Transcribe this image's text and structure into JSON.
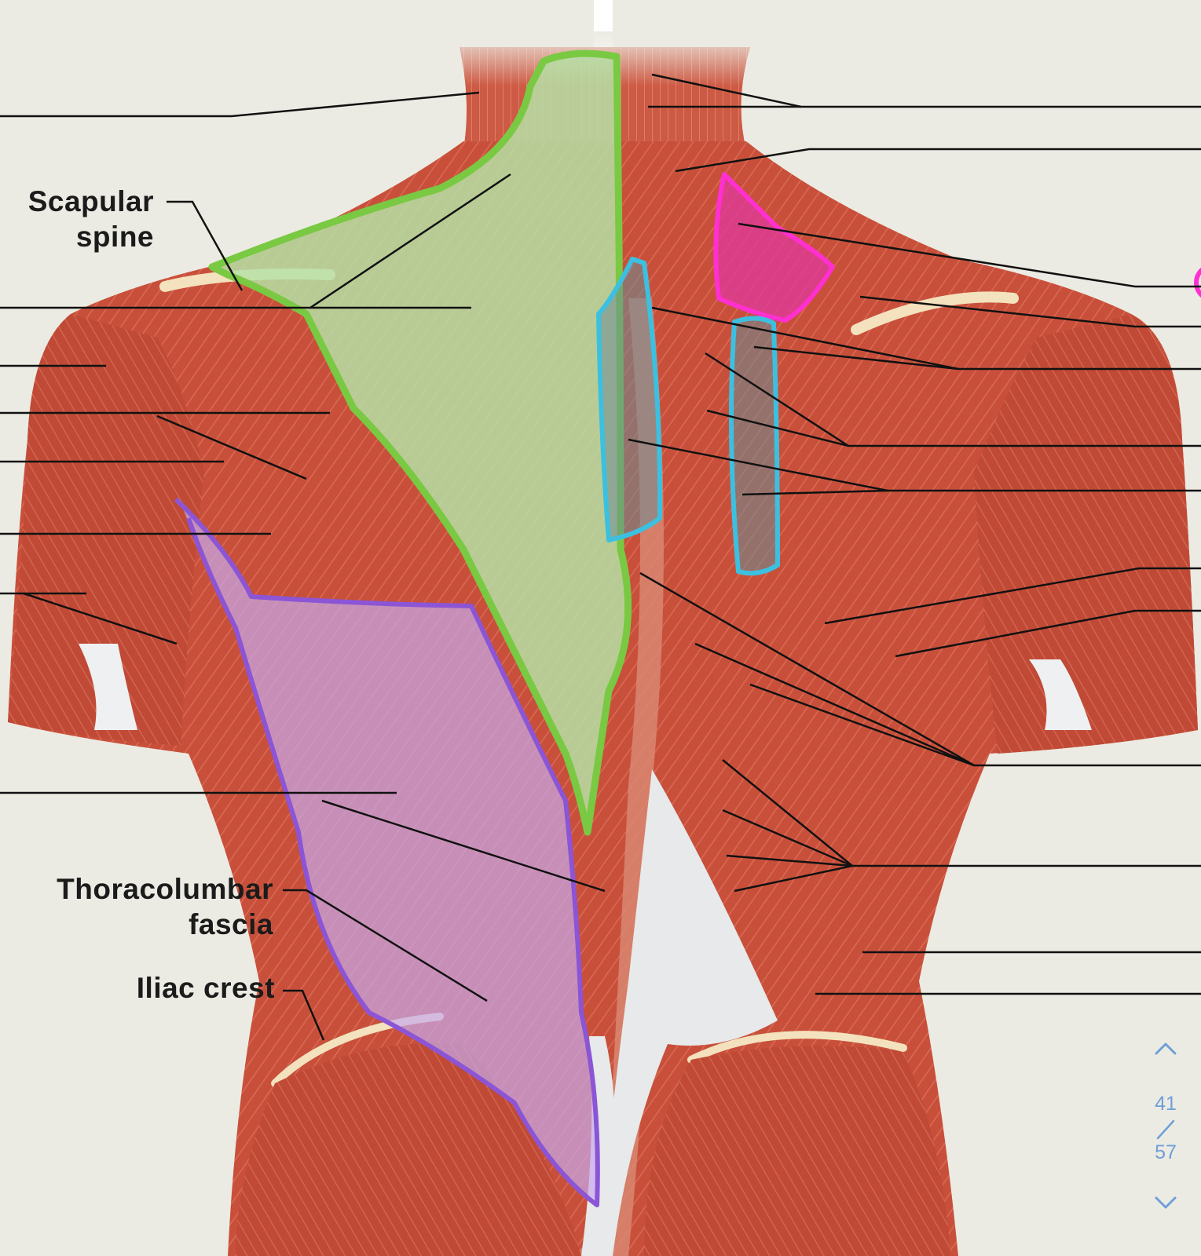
{
  "labels": {
    "scapular_spine": [
      "Scapular",
      "spine"
    ],
    "thoracolumbar_fascia": [
      "Thoracolumbar",
      "fascia"
    ],
    "iliac_crest": "Iliac crest"
  },
  "pager": {
    "current": "41",
    "total": "57",
    "prev_icon": "chevron-up-icon",
    "next_icon": "chevron-down-icon"
  },
  "colors": {
    "background": "#ecebe3",
    "muscle": "#c8503b",
    "trapezius_highlight": "#7ac943",
    "latissimus_highlight": "#8b55d6",
    "rhomboid_highlight": "#ff2fd0",
    "levator_highlight": "#3cc0e0",
    "pager": "#6f9fd8"
  }
}
